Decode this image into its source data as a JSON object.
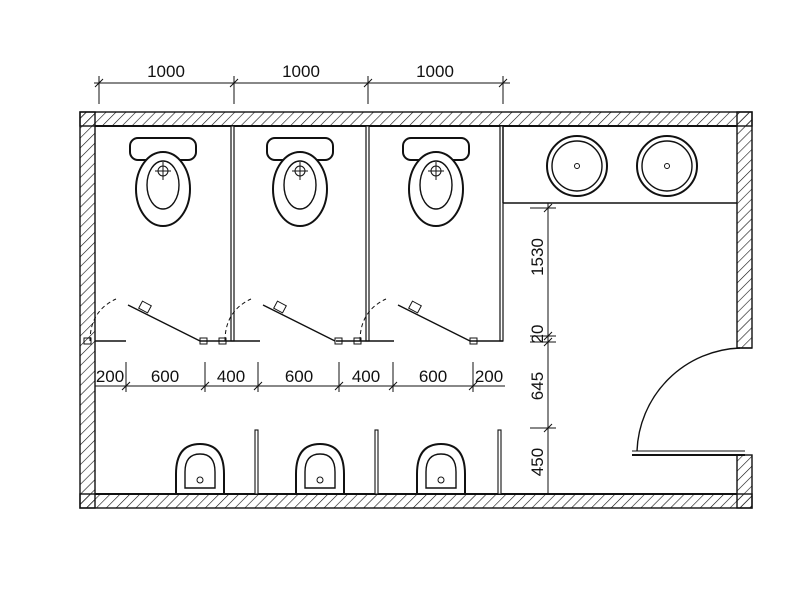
{
  "dimensions": {
    "stall_widths": [
      "1000",
      "1000",
      "1000"
    ],
    "front_row": [
      "200",
      "600",
      "400",
      "600",
      "400",
      "600",
      "200"
    ],
    "vertical": [
      "1530",
      "20",
      "645",
      "450"
    ]
  },
  "icons": {
    "toilet": "toilet-icon",
    "urinal": "urinal-icon",
    "washbasin": "washbasin-icon",
    "door": "door-swing-icon"
  }
}
